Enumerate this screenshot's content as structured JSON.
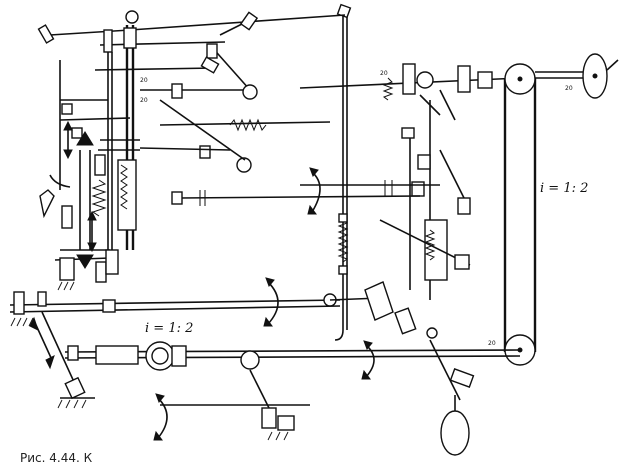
{
  "diagram": {
    "ratio_labels": [
      "i = 1: 2",
      "i = 1: 2"
    ],
    "caption": "Рис. 4.44. К",
    "tiny_marks": [
      "20",
      "20",
      "20",
      "20",
      "20"
    ]
  },
  "colors": {
    "ink": "#111111",
    "paper": "#ffffff"
  }
}
